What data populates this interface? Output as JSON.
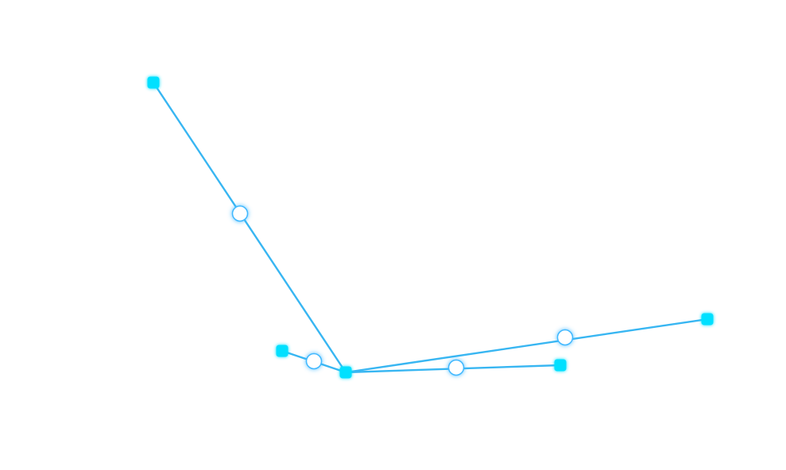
{
  "graph": {
    "style": {
      "edge_color": "#38b6f2",
      "vertex_color": "#00e0ff",
      "vertex_glow": "#00d4ff",
      "midpoint_fill": "#ffffff",
      "midpoint_glow": "#3fb8ff",
      "background": "#ffffff"
    },
    "edges": [
      {
        "name": "edge-a",
        "from": "vertex-top-left",
        "to": "vertex-hub",
        "has_midpoint_handle": true
      },
      {
        "name": "edge-b",
        "from": "vertex-left",
        "to": "vertex-hub",
        "has_midpoint_handle": true
      },
      {
        "name": "edge-c",
        "from": "vertex-hub",
        "to": "vertex-right-low",
        "has_midpoint_handle": true
      },
      {
        "name": "edge-d",
        "from": "vertex-hub",
        "to": "vertex-right-high",
        "has_midpoint_handle": true
      }
    ],
    "vertex_handle_icon": "square-handle-icon",
    "midpoint_handle_icon": "circle-handle-icon"
  }
}
